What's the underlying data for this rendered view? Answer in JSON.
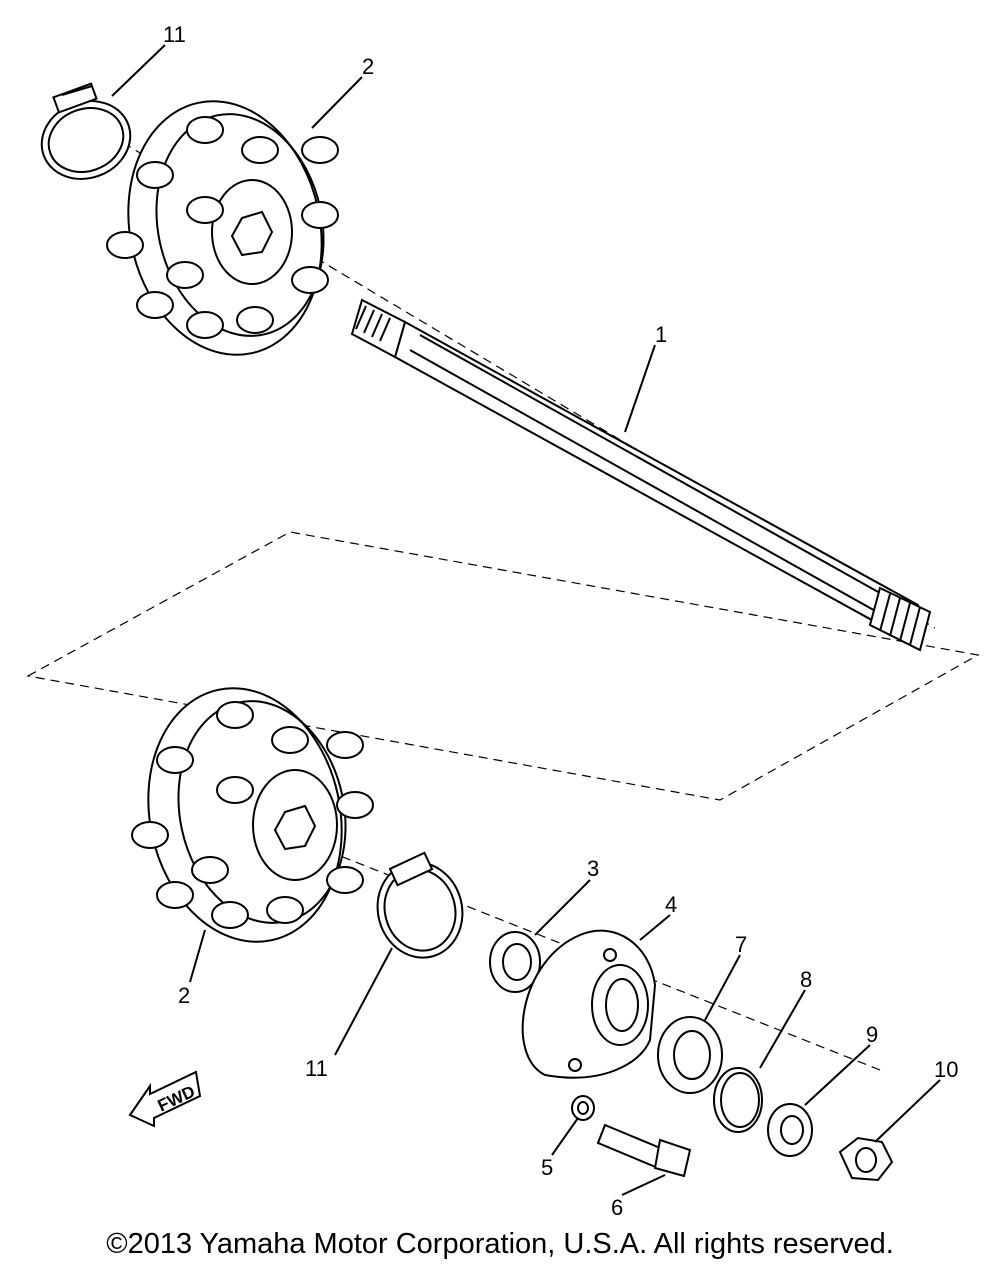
{
  "diagram": {
    "callouts": {
      "c1": "1",
      "c2_top": "2",
      "c2_bottom": "2",
      "c3": "3",
      "c4": "4",
      "c5": "5",
      "c6": "6",
      "c7": "7",
      "c8": "8",
      "c9": "9",
      "c10": "10",
      "c11_top": "11",
      "c11_bottom": "11"
    },
    "fwd_label": "FWD"
  },
  "footer": {
    "copyright": "©2013 Yamaha Motor Corporation, U.S.A. All rights reserved."
  }
}
